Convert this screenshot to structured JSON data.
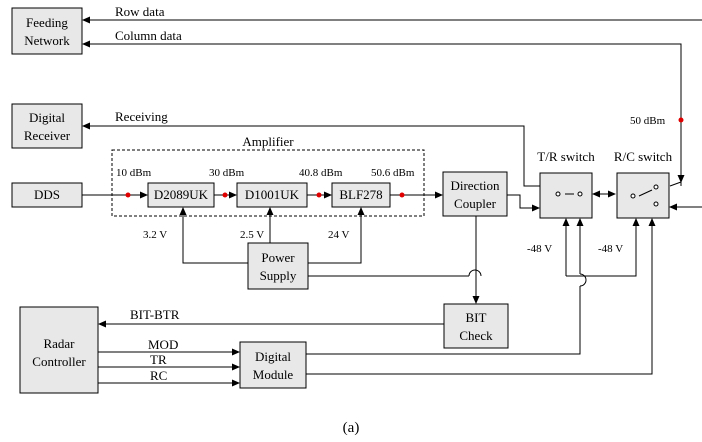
{
  "blocks": {
    "feeding_network": [
      "Feeding",
      "Network"
    ],
    "digital_receiver": [
      "Digital",
      "Receiver"
    ],
    "dds": "DDS",
    "d2089uk": "D2089UK",
    "d1001uk": "D1001UK",
    "blf278": "BLF278",
    "direction_coupler": [
      "Direction",
      "Coupler"
    ],
    "power_supply": [
      "Power",
      "Supply"
    ],
    "bit_check": [
      "BIT",
      "Check"
    ],
    "radar_controller": [
      "Radar",
      "Controller"
    ],
    "digital_module": [
      "Digital",
      "Module"
    ]
  },
  "labels": {
    "row_data": "Row data",
    "column_data": "Column data",
    "receiving": "Receiving",
    "amplifier": "Amplifier",
    "p_10": "10 dBm",
    "p_30": "30 dBm",
    "p_408": "40.8 dBm",
    "p_506": "50.6 dBm",
    "p_50": "50 dBm",
    "tr_switch": "T/R switch",
    "rc_switch": "R/C switch",
    "v_32": "3.2 V",
    "v_25": "2.5 V",
    "v_24": "24 V",
    "v_m48_a": "-48 V",
    "v_m48_b": "-48 V",
    "bit_btr": "BIT-BTR",
    "mod": "MOD",
    "tr": "TR",
    "rc": "RC",
    "caption": "(a)"
  }
}
